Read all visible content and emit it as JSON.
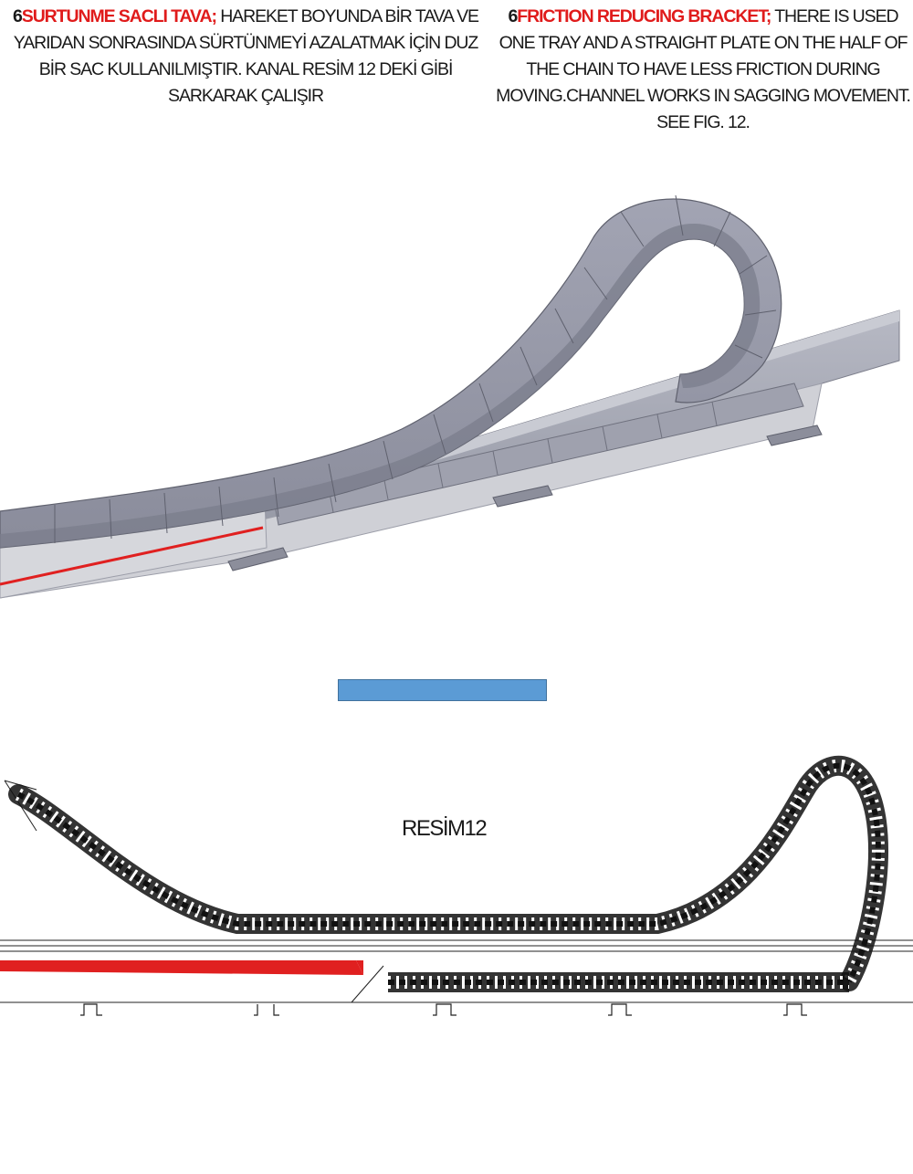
{
  "left_text": {
    "number": "6",
    "heading": "SURTUNME SACLI TAVA;",
    "body": " HAREKET BOYUNDA BİR TAVA VE YARIDAN SONRASINDA SÜRTÜNMEYİ AZALATMAK İÇİN  DUZ BİR SAC KULLANILMIŞTIR. KANAL RESİM 12 DEKİ GİBİ SARKARAK ÇALIŞIR"
  },
  "right_text": {
    "number": "6",
    "heading": "FRICTION REDUCING BRACKET;",
    "body": "  THERE IS USED ONE TRAY AND A STRAIGHT PLATE ON THE HALF OF THE CHAIN TO HAVE LESS FRICTION DURING MOVING.CHANNEL WORKS IN SAGGING MOVEMENT. SEE FIG. 12."
  },
  "figure_label": "RESİM12",
  "colors": {
    "heading_red": "#e01b1b",
    "chain_gray": "#8e909e",
    "tray_gray": "#a9abb6",
    "blue_bar": "#5b9bd5",
    "friction_plate_red": "#e02020"
  },
  "icons": {
    "render": "cable-carrier-3d-render",
    "drawing": "cable-carrier-line-drawing"
  }
}
